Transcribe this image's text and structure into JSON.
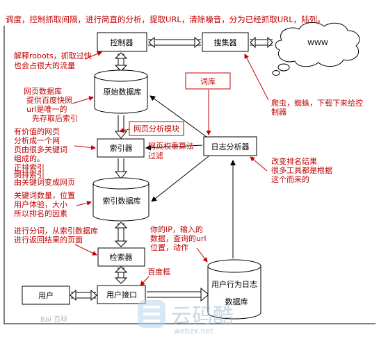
{
  "colors": {
    "annotation": "#c00000",
    "box_stroke": "#000000",
    "arrow": "#000000"
  },
  "boxes": {
    "controller": "控制器",
    "collector": "搜集器",
    "indexer": "索引器",
    "log_analyzer": "日志分析器",
    "retriever": "检索器",
    "user_interface": "用户接口",
    "user": "用户",
    "thesaurus": "词库",
    "web_analysis_module": "网页分析模块",
    "web_weight_algorithm": "网页权重算法"
  },
  "cylinders": {
    "raw_db": "原始数据库",
    "index_db": "索引数据库",
    "behavior_log_db": [
      "用户行为日志",
      "数据库"
    ]
  },
  "cloud_label": "WWW",
  "annotations": {
    "top": "调度，控制抓取间隔，进行简直的分析，提取URL，清除噪音，分为已经抓取URL，陆列。",
    "robots": [
      "解释robots，抓取过快",
      "也会占很大的流量"
    ],
    "crawler": [
      "爬虫，蜘蛛，下载下来给控",
      "制器"
    ],
    "snapshot": [
      "网页数据库",
      "提供百度快照",
      "url是唯一的",
      "先存取后索引"
    ],
    "page_analysis": [
      "有价值的网页",
      "分析成一个网",
      "页由很多关键词",
      "组成的。",
      "正排索引",
      "倒排索引",
      "由关键词变成网页"
    ],
    "filter": "过滤",
    "ranking_change": [
      "改变排名结果",
      "很多工具都是根据",
      "这个而来的"
    ],
    "keyword_factors": [
      "关键词数量，位置",
      "用户体验，大小",
      "所以排名的因素"
    ],
    "tokenize": [
      "进行分词，从索引数据库",
      "进行返回结果的页面"
    ],
    "user_info": [
      "你的IP，输入的",
      "数据，查询的url",
      "位置，动作"
    ],
    "search_box": "百度框"
  },
  "watermark": {
    "text": "云码酷",
    "url": "webzx.net",
    "corner": "Bai 百科"
  }
}
